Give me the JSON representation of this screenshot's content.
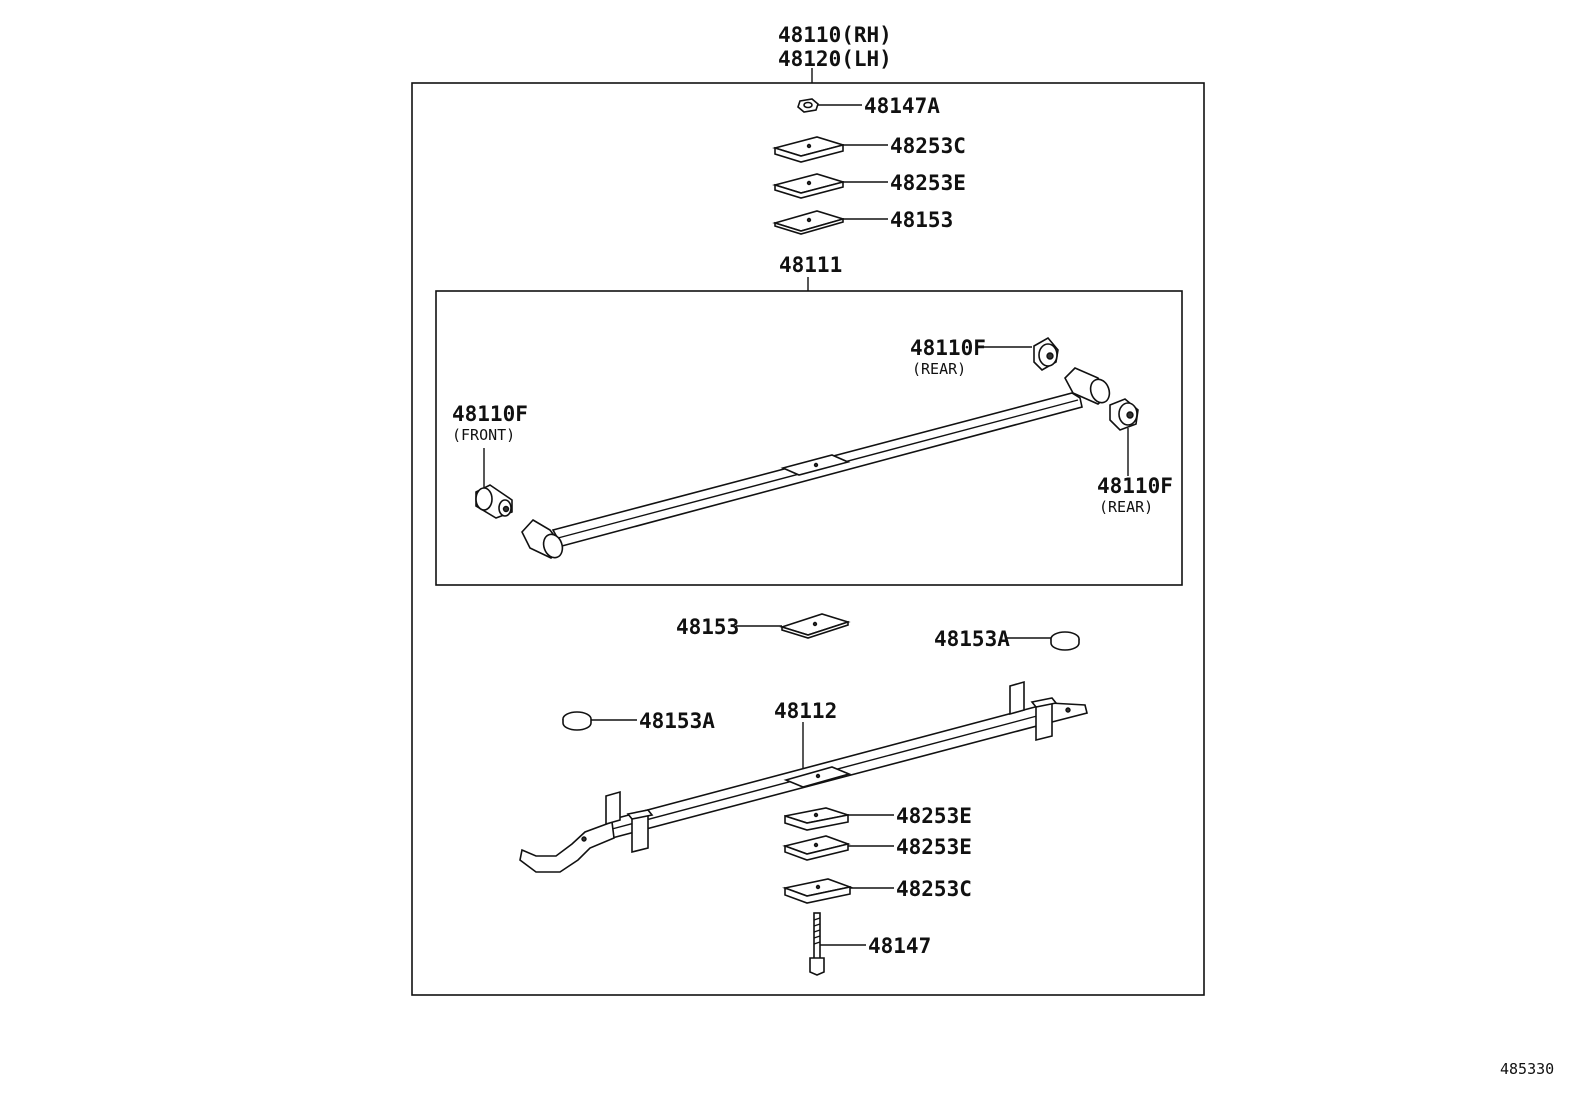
{
  "assembly": {
    "rh": "48110(RH)",
    "lh": "48120(LH)"
  },
  "upper_parts": {
    "nut": "48147A",
    "plate_c": "48253C",
    "plate_e": "48253E",
    "insulator": "48153"
  },
  "leaf_1": {
    "number": "48111",
    "bush_rear_top": "48110F",
    "bush_rear_top_note": "(REAR)",
    "bush_front": "48110F",
    "bush_front_note": "(FRONT)",
    "bush_rear_bottom": "48110F",
    "bush_rear_bottom_note": "(REAR)"
  },
  "middle_parts": {
    "insulator": "48153",
    "pad_right": "48153A",
    "pad_left": "48153A"
  },
  "leaf_2": {
    "number": "48112"
  },
  "lower_parts": {
    "plate_e1": "48253E",
    "plate_e2": "48253E",
    "plate_c": "48253C",
    "bolt": "48147"
  },
  "figure_ref": "485330"
}
